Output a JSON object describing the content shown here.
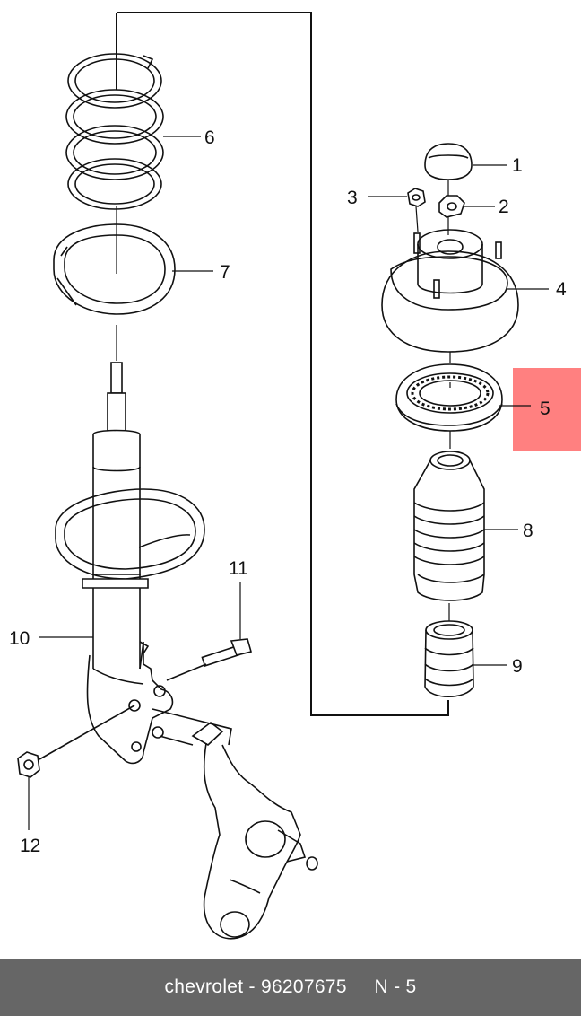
{
  "diagram": {
    "callouts": {
      "c1": "1",
      "c2": "2",
      "c3": "3",
      "c4": "4",
      "c5": "5",
      "c6": "6",
      "c7": "7",
      "c8": "8",
      "c9": "9",
      "c10": "10",
      "c11": "11",
      "c12": "12"
    },
    "highlight_color": "#ff8080"
  },
  "footer": {
    "text": "chevrolet - 96207675     N - 5"
  }
}
